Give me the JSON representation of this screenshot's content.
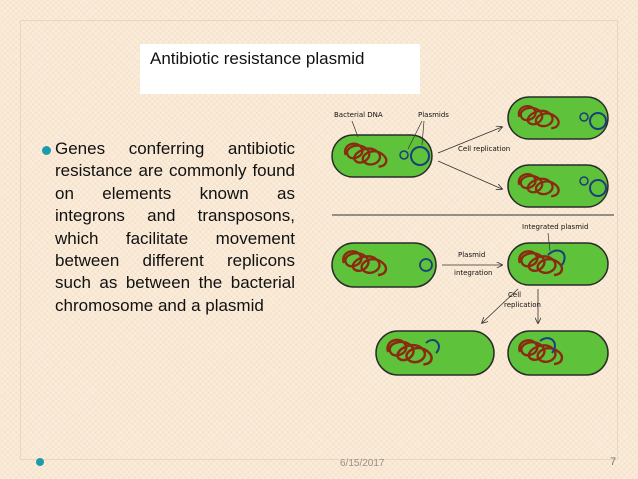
{
  "slide": {
    "title": "Antibiotic resistance plasmid",
    "bullet_text": "Genes conferring antibiotic resistance are commonly found on elements known as integrons and transposons, which facilitate movement between different replicons such as between the bacterial chromosome and a plasmid",
    "date": "6/15/2017",
    "page_number": "7"
  },
  "diagram": {
    "label_bacterial_dna": "Bacterial DNA",
    "label_plasmids": "Plasmids",
    "label_cell_replication": "Cell replication",
    "label_integrated_plasmid": "Integrated plasmid",
    "label_plasmid_line1": "Plasmid",
    "label_plasmid_line2": "integration",
    "label_cell_line1": "Cell",
    "label_cell_line2": "replication"
  },
  "colors": {
    "cell_fill": "#5ec23a",
    "cell_stroke": "#2a2a2a",
    "dna": "#8a2a10",
    "plasmid": "#1b3f7a",
    "bullet": "#1e9bab"
  }
}
